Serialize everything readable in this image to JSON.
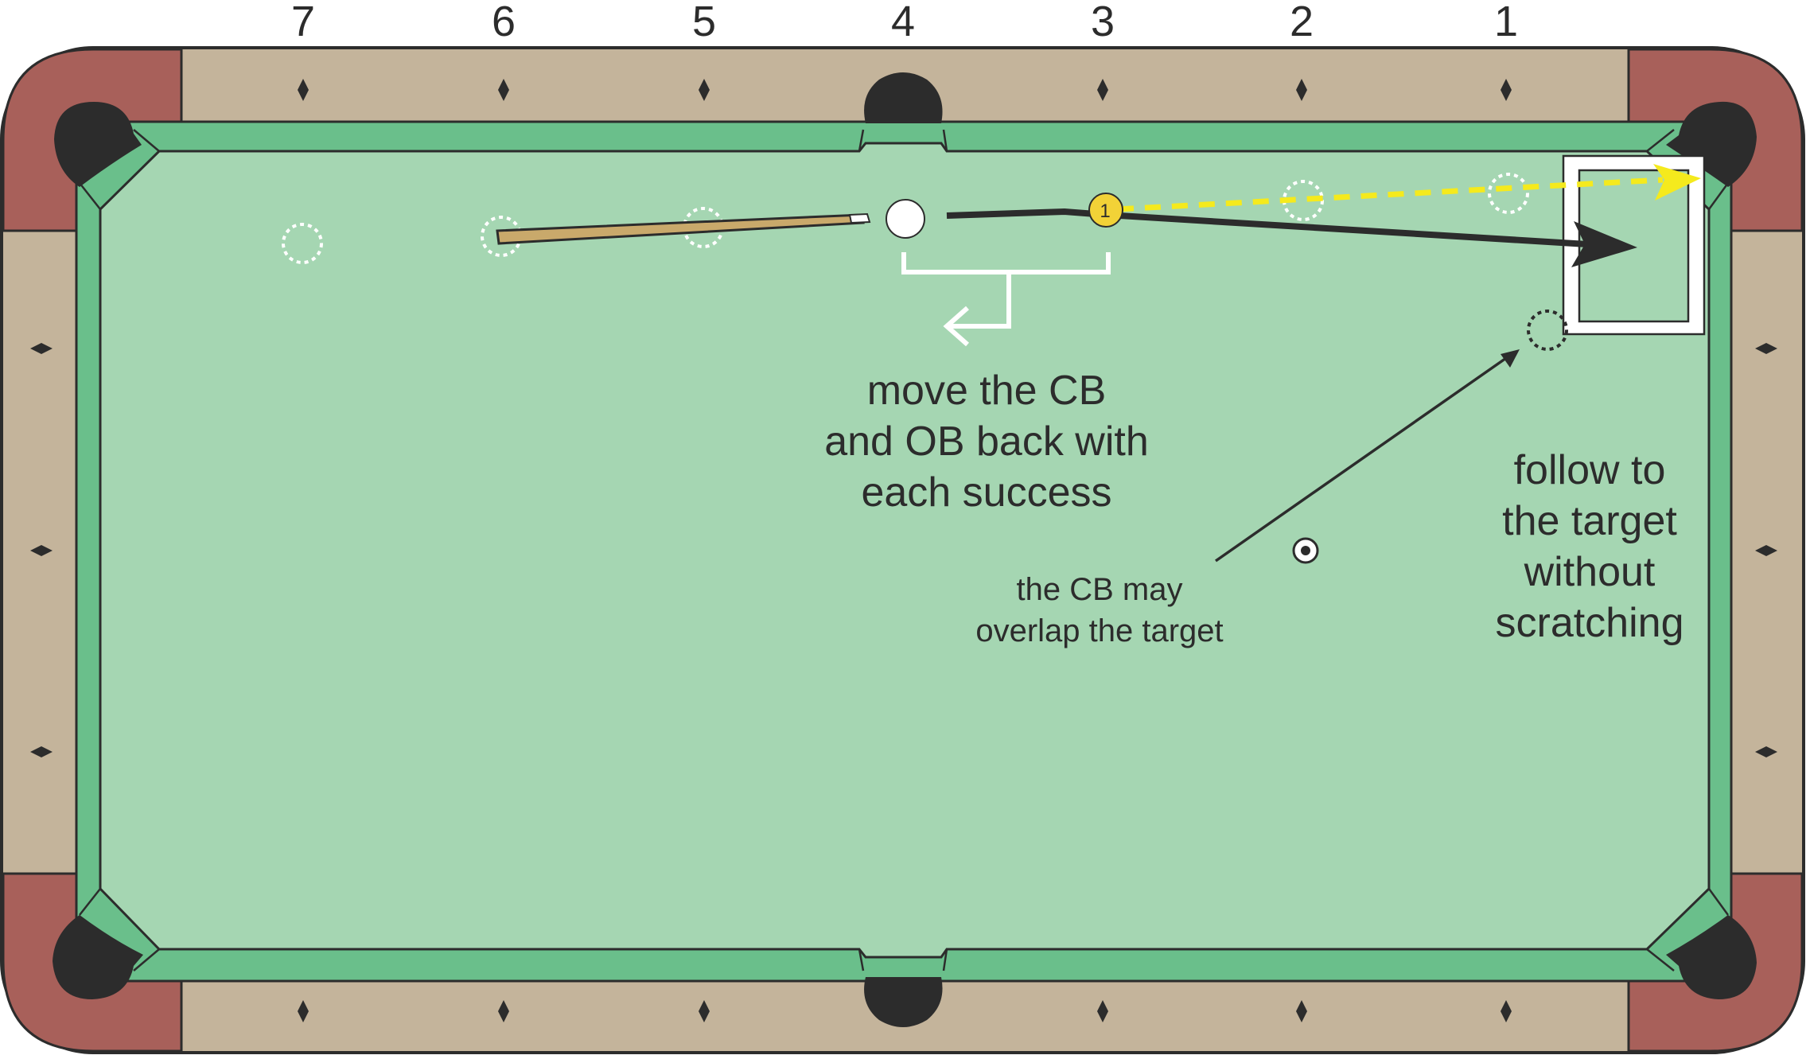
{
  "diamond_numbers": [
    "7",
    "6",
    "5",
    "4",
    "3",
    "2",
    "1"
  ],
  "object_ball_label": "1",
  "notes": {
    "move_back": [
      "move the CB",
      "and OB back with",
      "each success"
    ],
    "overlap": [
      "the CB may",
      "overlap the target"
    ],
    "follow": [
      "follow to",
      "the target",
      "without",
      "scratching"
    ]
  },
  "colors": {
    "rail_wood": "#c4b49b",
    "corner_wood": "#a8605a",
    "cushion": "#6abf8b",
    "cloth": "#a5d6b2",
    "pocket": "#2c2c2c",
    "object_ball": "#f2d237",
    "shot_path": "#2c2c2c",
    "object_ball_path": "#f5ea1d",
    "cue_stick": "#c9a96b",
    "target_box": "#ffffff"
  }
}
